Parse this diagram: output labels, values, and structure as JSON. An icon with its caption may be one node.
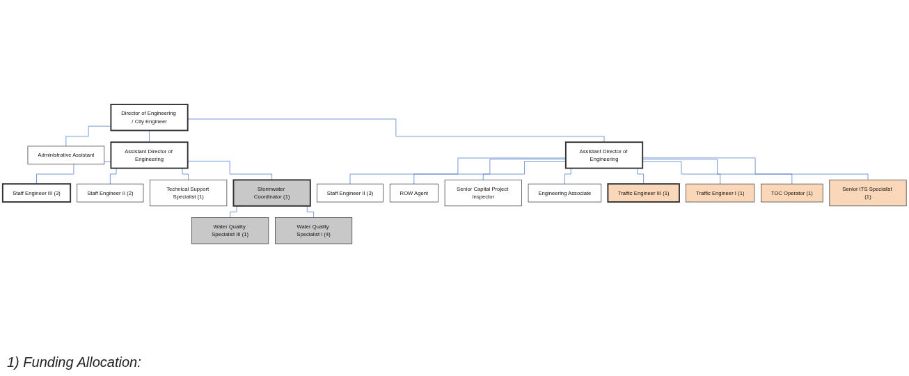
{
  "diagram": {
    "nodes": [
      {
        "text": [
          "Director of Engineering / City Engineer"
        ]
      },
      {
        "text": [
          "Administrative Assistant"
        ]
      },
      {
        "text": [
          "Assistant Director of Engineering"
        ]
      },
      {
        "text": [
          "Staff Engineer III (3)"
        ]
      },
      {
        "text": [
          "Staff Engineer II (2)"
        ]
      },
      {
        "text": [
          "Technical Support Specialist (1)"
        ]
      },
      {
        "text": [
          "Stormwater Coordinator (1)"
        ]
      },
      {
        "text": [
          "Water Quality Specialist III (1)"
        ]
      },
      {
        "text": [
          "Water Quality Specialist I (4)"
        ]
      },
      {
        "text": [
          "Assistant Director of Engineering"
        ]
      },
      {
        "text": [
          "Staff Engineer II (3)"
        ]
      },
      {
        "text": [
          "ROW Agent"
        ]
      },
      {
        "text": [
          "Senior Capital Project Inspector"
        ]
      },
      {
        "text": [
          "Engineering Associate"
        ]
      },
      {
        "text": [
          "Traffic Engineer III (1)"
        ]
      },
      {
        "text": [
          "Traffic Engineer I (1)"
        ]
      },
      {
        "text": [
          "TOC Operator (1)"
        ]
      },
      {
        "text": [
          "Senior ITS Specialist (1)"
        ]
      }
    ],
    "edges": [
      {
        "from": 0,
        "to": 1,
        "arrow": "none"
      },
      {
        "from": 0,
        "to": 2,
        "arrow": "none"
      },
      {
        "from": 0,
        "to": 9,
        "arrow": "none"
      },
      {
        "from": 2,
        "to": 3,
        "arrow": "none"
      },
      {
        "from": 2,
        "to": 4,
        "arrow": "none"
      },
      {
        "from": 2,
        "to": 5,
        "arrow": "none"
      },
      {
        "from": 2,
        "to": 6,
        "arrow": "none"
      },
      {
        "from": 6,
        "to": 7,
        "arrow": "none"
      },
      {
        "from": 6,
        "to": 8,
        "arrow": "none"
      },
      {
        "from": 9,
        "to": 10,
        "arrow": "none"
      },
      {
        "from": 9,
        "to": 11,
        "arrow": "none"
      },
      {
        "from": 9,
        "to": 12,
        "arrow": "none"
      },
      {
        "from": 9,
        "to": 13,
        "arrow": "none"
      },
      {
        "from": 9,
        "to": 14,
        "arrow": "none"
      },
      {
        "from": 9,
        "to": 15,
        "arrow": "none"
      },
      {
        "from": 9,
        "to": 16,
        "arrow": "none"
      },
      {
        "from": 9,
        "to": 17,
        "arrow": "none"
      }
    ],
    "labels": [
      "1) Funding Allocation:"
    ]
  }
}
